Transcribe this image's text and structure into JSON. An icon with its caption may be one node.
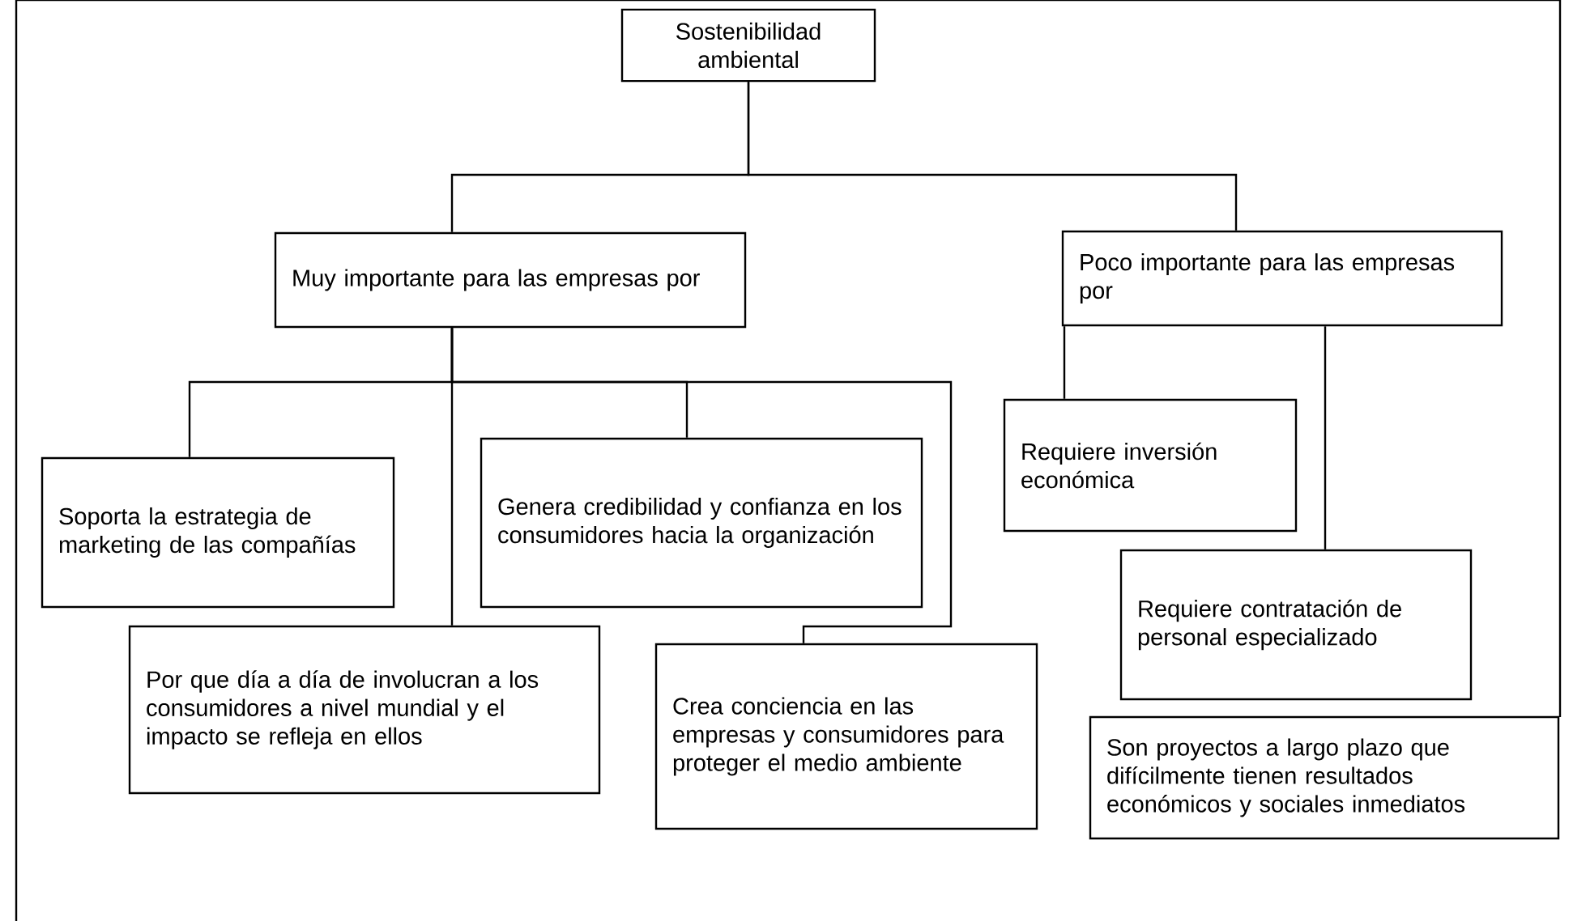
{
  "diagram": {
    "nodes": [
      {
        "text": [
          "Sostenibilidad ambiental"
        ]
      },
      {
        "text": [
          "Muy importante para las empresas por"
        ]
      },
      {
        "text": [
          "Poco importante para las empresas por"
        ]
      },
      {
        "text": [
          "Soporta la estrategia de marketing de las compañías"
        ]
      },
      {
        "text": [
          "Genera credibilidad y confianza en los consumidores hacia la organización"
        ]
      },
      {
        "text": [
          "Por que día a día de involucran a los consumidores a nivel mundial y el impacto se refleja en ellos"
        ]
      },
      {
        "text": [
          "Crea conciencia en las empresas y consumidores para proteger el medio ambiente"
        ]
      },
      {
        "text": [
          "Requiere inversión económica"
        ]
      },
      {
        "text": [
          "Requiere contratación de personal especializado"
        ]
      },
      {
        "text": [
          "Son proyectos a largo plazo que difícilmente tienen resultados económicos y sociales inmediatos"
        ]
      }
    ],
    "edges": [
      {
        "from": 0,
        "to": 1,
        "arrow": "none"
      },
      {
        "from": 0,
        "to": 2,
        "arrow": "none"
      },
      {
        "from": 1,
        "to": 3,
        "arrow": "none"
      },
      {
        "from": 1,
        "to": 5,
        "arrow": "none"
      },
      {
        "from": 1,
        "to": 4,
        "arrow": "none"
      },
      {
        "from": 1,
        "to": 6,
        "arrow": "none"
      },
      {
        "from": 2,
        "to": 7,
        "arrow": "none"
      },
      {
        "from": 2,
        "to": 8,
        "arrow": "none"
      }
    ]
  }
}
